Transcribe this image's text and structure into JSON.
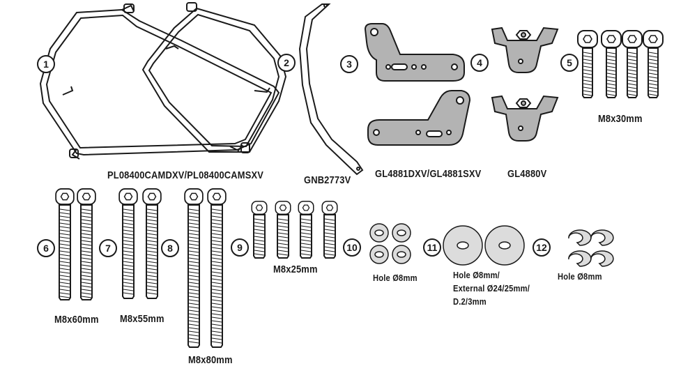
{
  "colors": {
    "line": "#1a1a1a",
    "plate": "#b3b3b3",
    "washer": "#dcdcdc",
    "bolt": "#ffffff"
  },
  "callouts": [
    "1",
    "2",
    "3",
    "4",
    "5",
    "6",
    "7",
    "8",
    "9",
    "10",
    "11",
    "12"
  ],
  "labels": {
    "frame": "PL08400CAMDXV/PL08400CAMSXV",
    "strap": "GNB2773V",
    "bracket": "GL4881DXV/GL4881SXV",
    "clamp": "GL4880V",
    "m8x30": "M8x30mm",
    "m8x60": "M8x60mm",
    "m8x55": "M8x55mm",
    "m8x80": "M8x80mm",
    "m8x25": "M8x25mm",
    "washer_small": "Hole Ø8mm",
    "washer_large_1": "Hole Ø8mm/",
    "washer_large_2": "External Ø24/25mm/",
    "washer_large_3": "D.2/3mm",
    "spring_washer": "Hole Ø8mm"
  }
}
